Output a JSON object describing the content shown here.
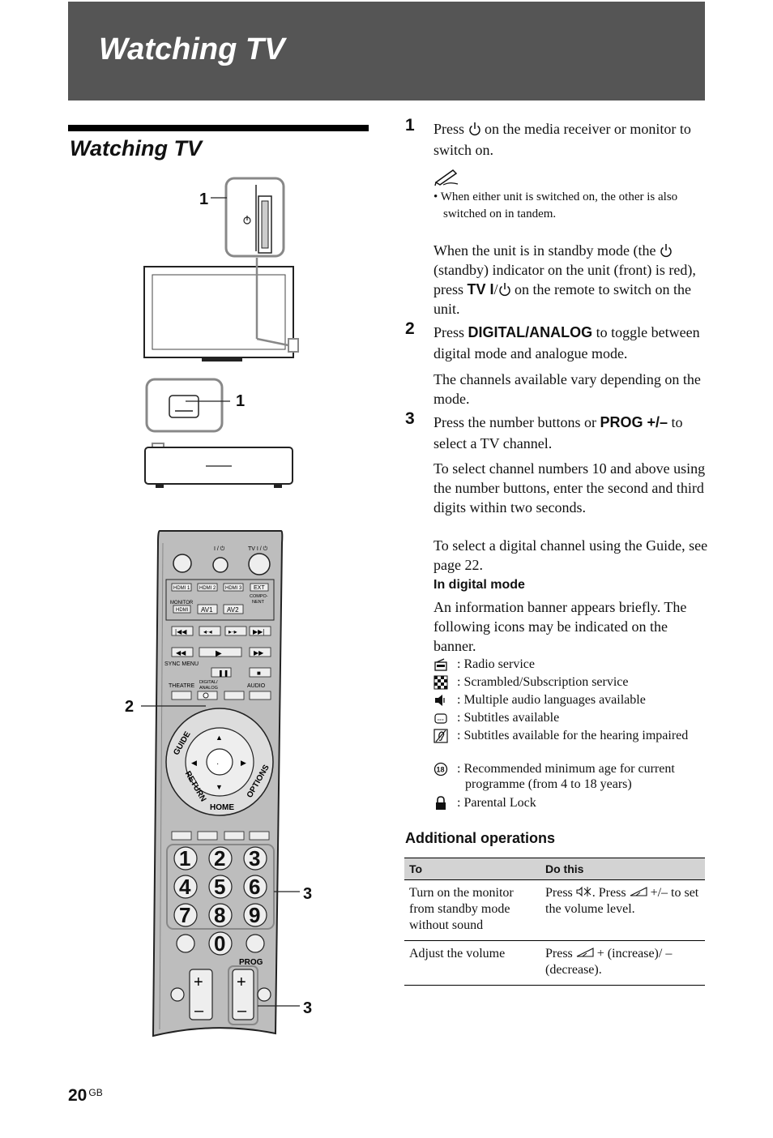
{
  "header": {
    "title": "Watching TV"
  },
  "section": {
    "title": "Watching TV"
  },
  "illustration": {
    "callouts": [
      "1",
      "1",
      "2",
      "3",
      "3"
    ],
    "remote": {
      "power_label": "I / ⏻",
      "tv_power_label": "TV I / ⏻",
      "inputs_row1": [
        "HDMI 1",
        "HDMI 2",
        "HDMI 3",
        "EXT"
      ],
      "component_label": "COMPO-NENT",
      "monitor_label": "MONITOR",
      "monitor_hdmi": "HDMI",
      "av_buttons": [
        "AV1",
        "AV2"
      ],
      "sync_menu": "SYNC MENU",
      "theatre": "THEATRE",
      "digital_analog": "DIGITAL/ ANALOG",
      "audio": "AUDIO",
      "guide": "GUIDE",
      "options": "OPTIONS",
      "return": "RETURN",
      "home": "HOME",
      "numbers": [
        "1",
        "2",
        "3",
        "4",
        "5",
        "6",
        "7",
        "8",
        "9",
        "0"
      ],
      "prog": "PROG",
      "plus": "+",
      "minus": "–"
    }
  },
  "steps": [
    {
      "num": "1",
      "pre": "Press ",
      "icon": "power-icon",
      "post": " on the media receiver or monitor to switch on."
    },
    {
      "num": "2",
      "pre": "Press ",
      "bold": "DIGITAL/ANALOG",
      "post": " to toggle between digital mode and analogue mode."
    },
    {
      "num": "3",
      "pre": "Press the number buttons or ",
      "bold": "PROG +/–",
      "post": " to select a TV channel."
    }
  ],
  "note": {
    "bullet": "• When either unit is switched on, the other is also switched on in tandem."
  },
  "standby_para": {
    "a": "When the unit is in standby mode (the ",
    "b": " (standby) indicator on the unit (front) is red), press ",
    "tv": "TV I",
    "slash": "/",
    "c": " on the remote to switch on the unit."
  },
  "step2_para": "The channels available vary depending on the mode.",
  "step3_para1": "To select channel numbers 10 and above using the number buttons, enter the second and third digits within two seconds.",
  "step3_para2": "To select a digital channel using the Guide, see page 22.",
  "digital_mode": {
    "heading": "In digital mode",
    "intro": "An information banner appears briefly. The following icons may be indicated on the banner.",
    "icons": [
      {
        "icon": "radio-icon",
        "desc": ": Radio service"
      },
      {
        "icon": "scrambled-icon",
        "desc": ": Scrambled/Subscription service"
      },
      {
        "icon": "speaker-icon",
        "desc": ": Multiple audio languages available"
      },
      {
        "icon": "subtitle-icon",
        "desc": ": Subtitles available"
      },
      {
        "icon": "hearing-impaired-icon",
        "desc": ": Subtitles available for the hearing impaired"
      },
      {
        "icon": "age-18-icon",
        "desc": ": Recommended minimum age for current programme (from 4 to 18 years)"
      },
      {
        "icon": "lock-icon",
        "desc": ": Parental Lock"
      }
    ],
    "age_badge": "18"
  },
  "additional": {
    "title": "Additional operations",
    "headers": [
      "To",
      "Do this"
    ],
    "rows": [
      {
        "to": "Turn on the monitor from standby mode without sound",
        "do_a": "Press ",
        "do_b": ". Press ",
        "do_c": " +/– to set the volume level."
      },
      {
        "to": "Adjust the volume",
        "do_a": "Press ",
        "do_c": " + (increase)/ – (decrease)."
      }
    ]
  },
  "footer": {
    "page": "20",
    "suffix": "GB"
  }
}
